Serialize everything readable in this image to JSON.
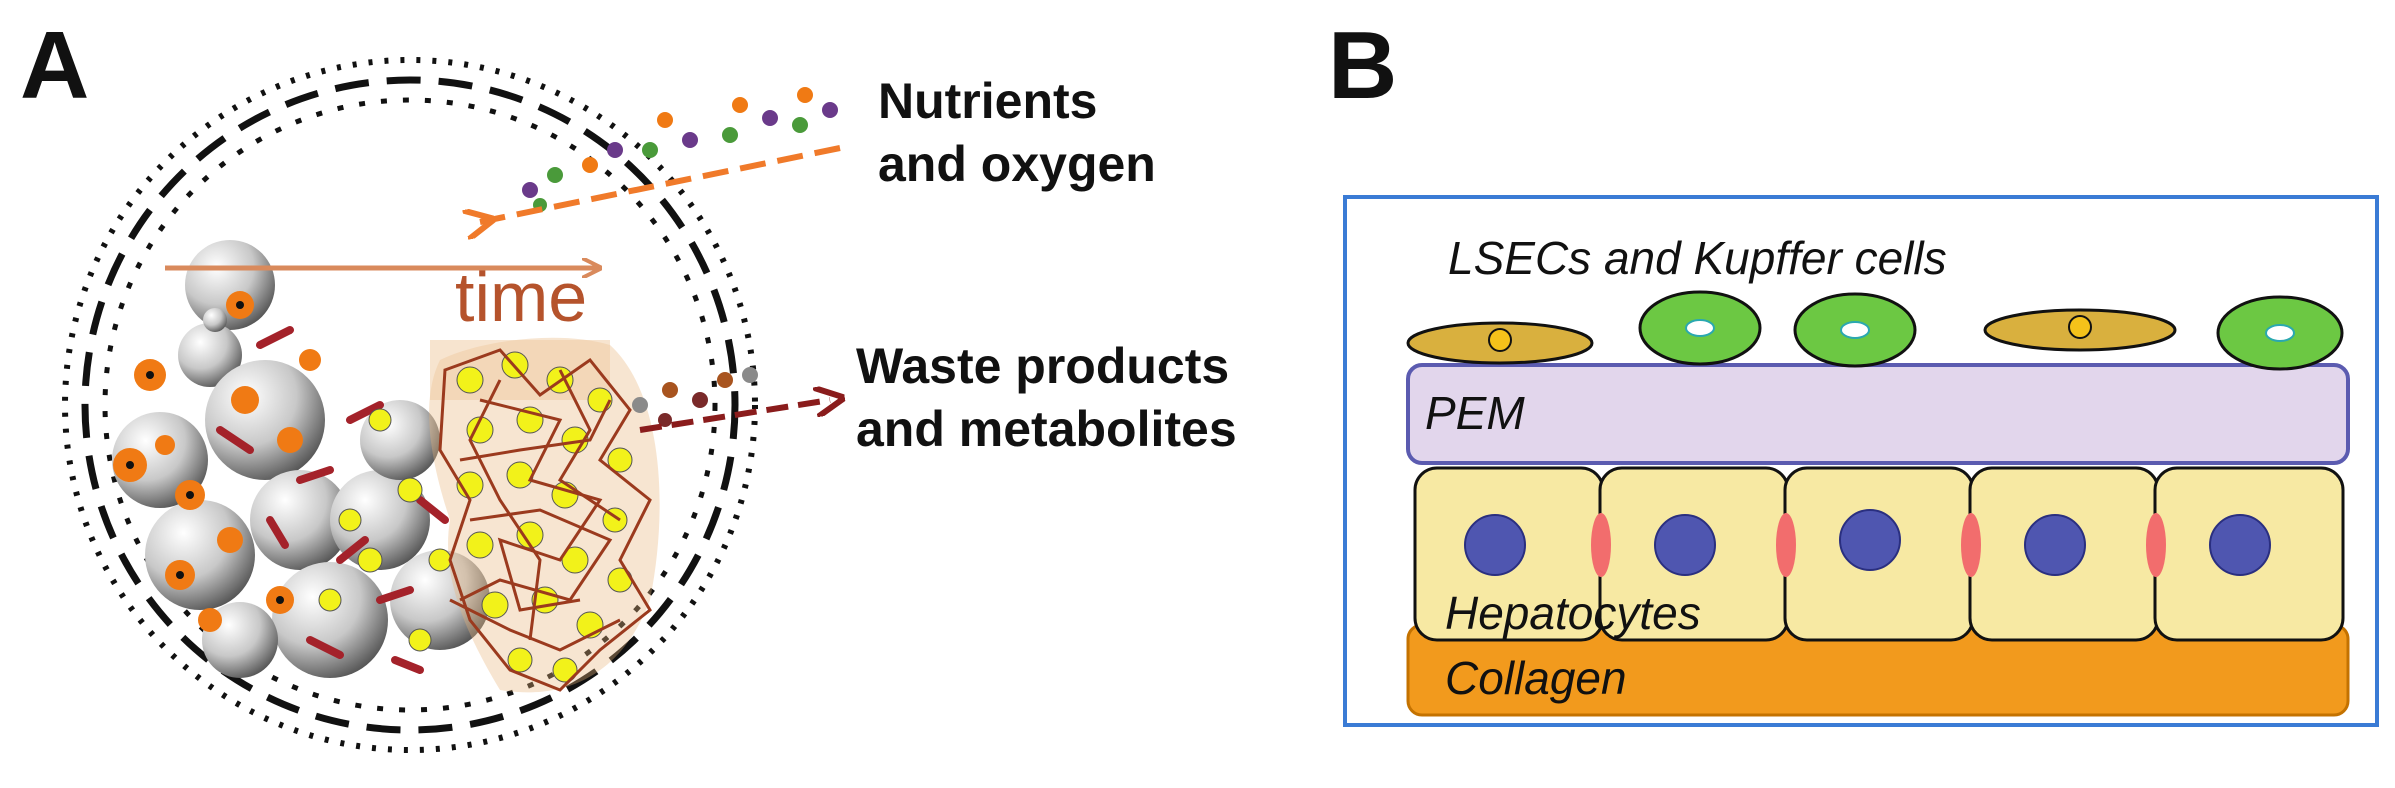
{
  "panel_a": {
    "letter": "A",
    "time_label": "time",
    "nutrients_line1": "Nutrients",
    "nutrients_line2": "and oxygen",
    "waste_line1": "Waste products",
    "waste_line2": "and metabolites"
  },
  "panel_b": {
    "letter": "B",
    "top_label": "LSECs and Kupffer cells",
    "pem_label": "PEM",
    "hepatocytes_label": "Hepatocytes",
    "collagen_label": "Collagen"
  },
  "colors": {
    "nutrient_arrow": "#f07a2a",
    "waste_arrow": "#8a1c1c",
    "time_text": "#b5532c",
    "frame": "#3a7bd5",
    "pem_fill": "#e2d6ec",
    "pem_border": "#5b5bb0",
    "hepatocyte_fill": "#f7e9a3",
    "collagen_fill": "#f29a1d",
    "lsec_fill": "#6cc843",
    "kupffer_fill": "#d9b03e",
    "nucleus": "#4f56b0",
    "junction": "#f26d6d"
  }
}
